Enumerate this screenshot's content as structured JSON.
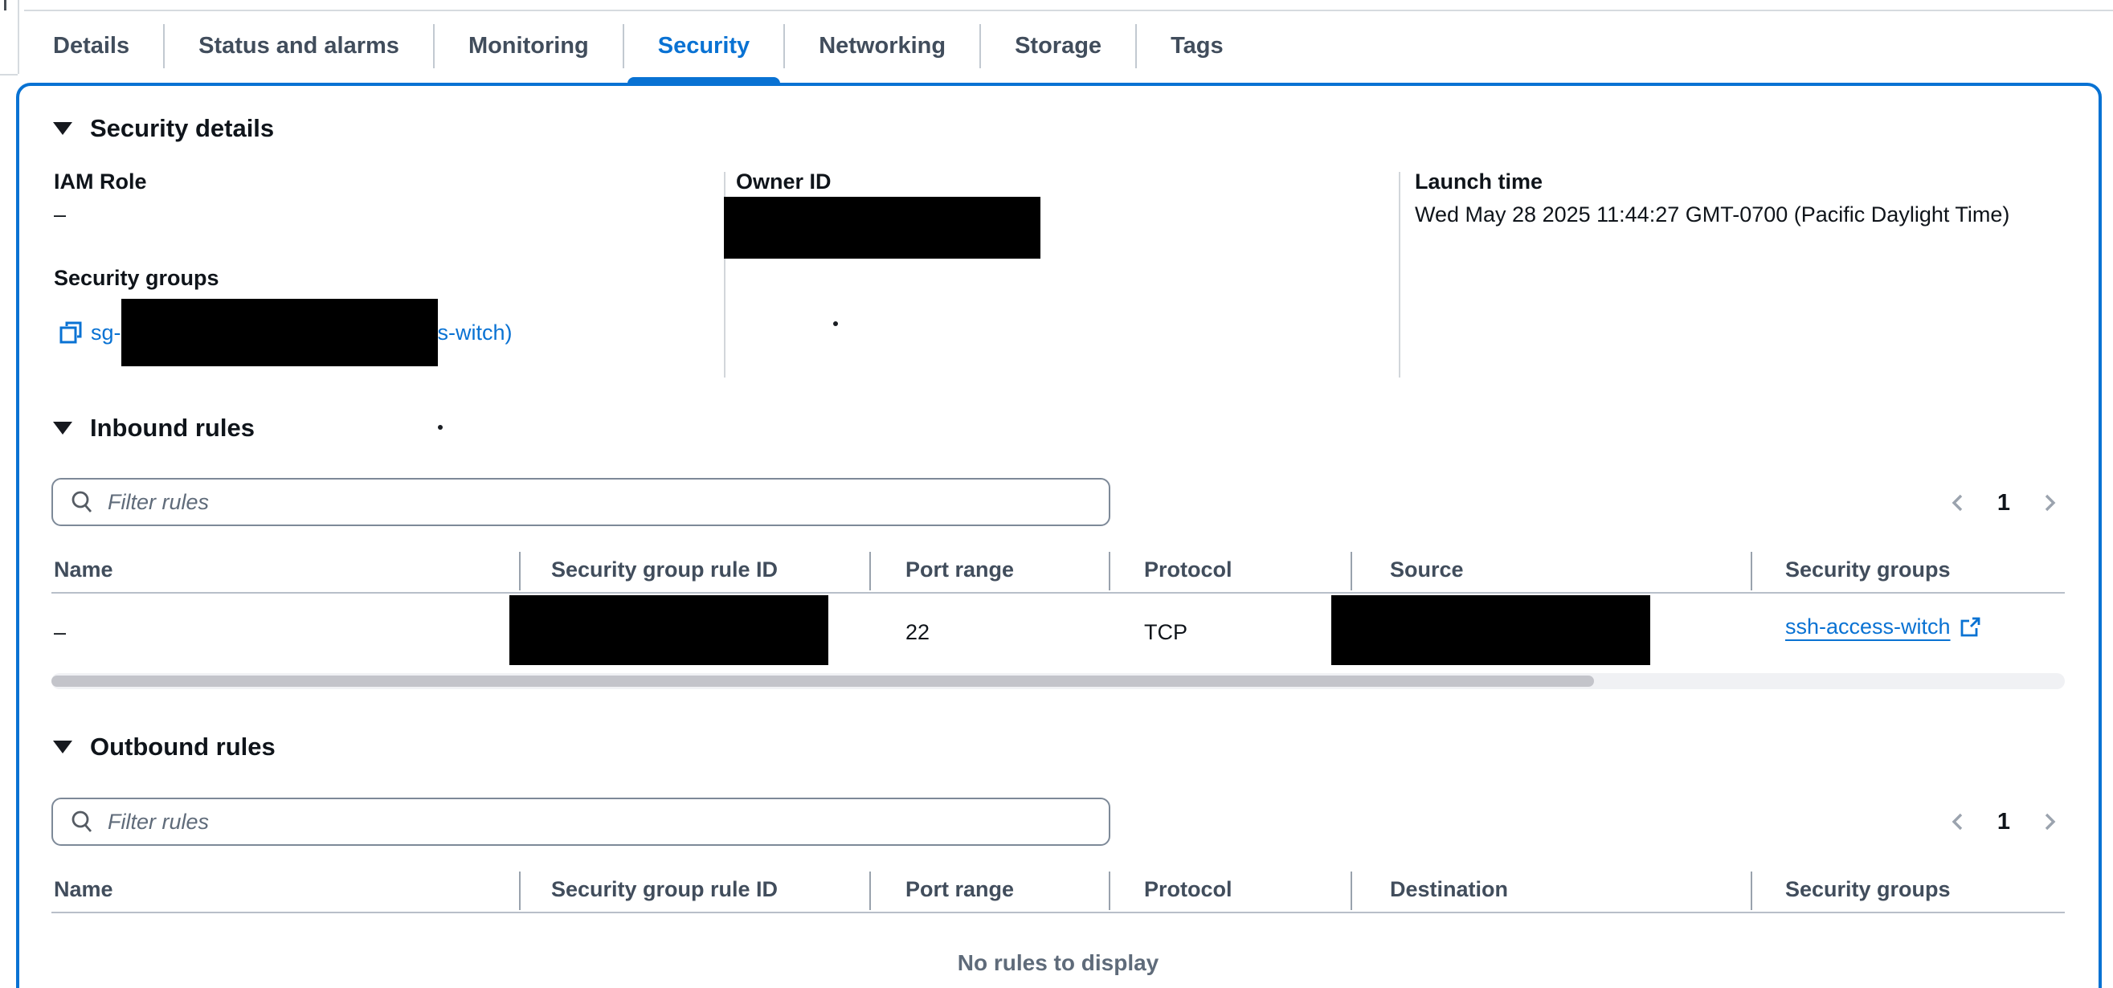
{
  "tabs": {
    "active": "Security",
    "items": [
      {
        "label": "Details"
      },
      {
        "label": "Status and alarms"
      },
      {
        "label": "Monitoring"
      },
      {
        "label": "Security"
      },
      {
        "label": "Networking"
      },
      {
        "label": "Storage"
      },
      {
        "label": "Tags"
      }
    ]
  },
  "security_details": {
    "title": "Security details",
    "iam_role": {
      "label": "IAM Role",
      "value": "–"
    },
    "owner_id": {
      "label": "Owner ID",
      "value_redacted": true
    },
    "launch_time": {
      "label": "Launch time",
      "value": "Wed May 28 2025 11:44:27 GMT-0700 (Pacific Daylight Time)"
    },
    "security_groups": {
      "label": "Security groups",
      "link_prefix": "sg-",
      "link_middle_redacted": true,
      "link_suffix": "s-witch)"
    }
  },
  "inbound": {
    "title": "Inbound rules",
    "filter_placeholder": "Filter rules",
    "page": "1",
    "columns": [
      "Name",
      "Security group rule ID",
      "Port range",
      "Protocol",
      "Source",
      "Security groups"
    ],
    "rows": [
      {
        "name": "–",
        "security_group_rule_id_redacted": true,
        "port_range": "22",
        "protocol": "TCP",
        "source_redacted": true,
        "security_groups": "ssh-access-witch"
      }
    ]
  },
  "outbound": {
    "title": "Outbound rules",
    "filter_placeholder": "Filter rules",
    "page": "1",
    "columns": [
      "Name",
      "Security group rule ID",
      "Port range",
      "Protocol",
      "Destination",
      "Security groups"
    ],
    "empty_text": "No rules to display"
  },
  "icons": {
    "search": "search-icon",
    "copy": "copy-icon",
    "external_link": "external-link-icon",
    "prev_page": "chevron-left-icon",
    "next_page": "chevron-right-icon",
    "collapse": "triangle-down-icon"
  },
  "colors": {
    "accent": "#0972d3",
    "link": "#0972d3",
    "text": "#0f141a",
    "table_header_text": "#414d5c",
    "muted_text": "#5f6b7a",
    "panel_border": "#0872d3",
    "divider": "#d2d6db",
    "redaction": "#000000"
  }
}
